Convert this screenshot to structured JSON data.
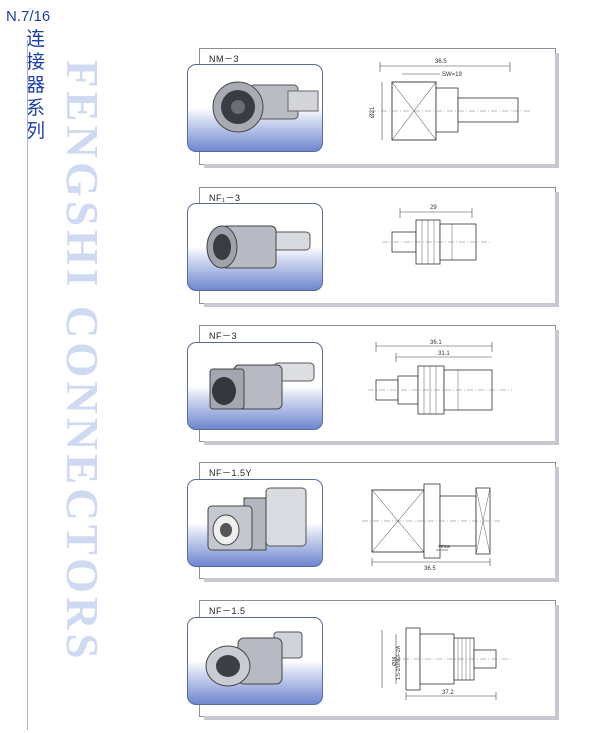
{
  "series": {
    "model": "N.7/16",
    "name_cn": "连接器系列"
  },
  "watermark": "FENGSHI CONNECTORS",
  "products": [
    {
      "id": "nm3",
      "label": "NM－3",
      "dims": {
        "d1": "36.5",
        "d2": "SW=19",
        "d3": "Ø21"
      }
    },
    {
      "id": "nf1-3",
      "label": "NF₁－3",
      "dims": {
        "d1": "29"
      }
    },
    {
      "id": "nf3",
      "label": "NF－3",
      "dims": {
        "d1": "36.1",
        "d2": "31.1"
      }
    },
    {
      "id": "nf15y",
      "label": "NF－1.5Y",
      "dims": {
        "d1": "36.5",
        "d2": "4max"
      }
    },
    {
      "id": "nf15",
      "label": "NF－1.5",
      "dims": {
        "d1": "37.2",
        "d2": "Ø14",
        "d3": "1.5-2/UNEF-2A"
      }
    }
  ],
  "colors": {
    "brand": "#1f3fa6",
    "watermark": "#cfd9f1",
    "photo_accent": "#6f86cf"
  }
}
